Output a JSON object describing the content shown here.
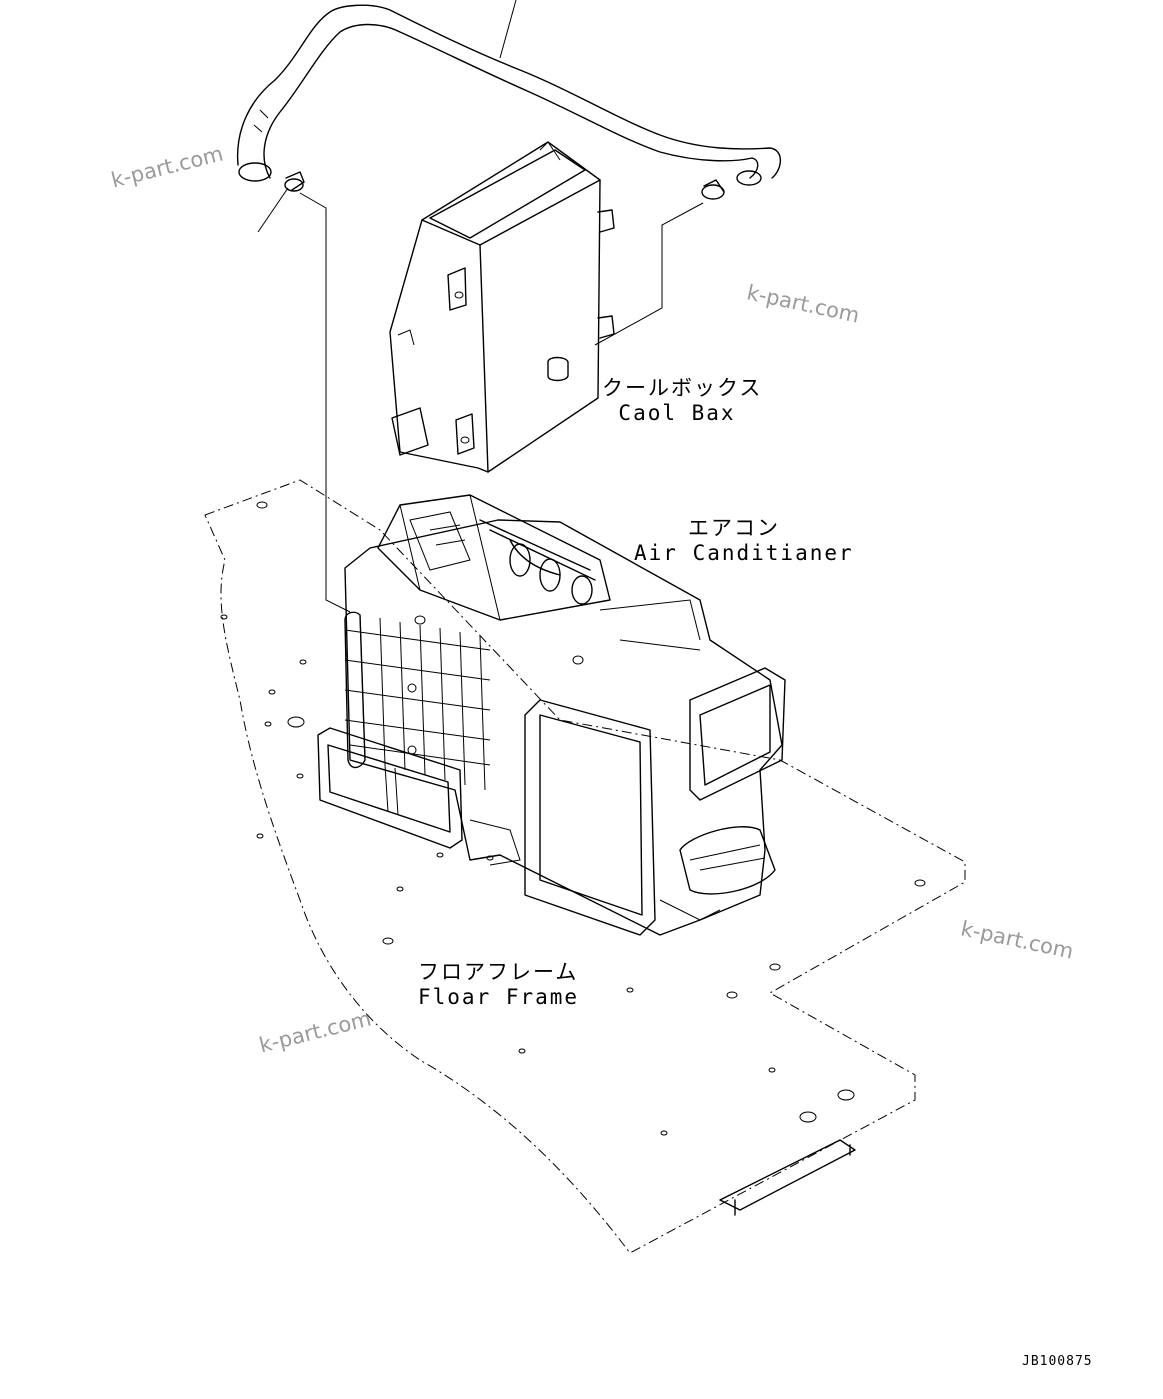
{
  "labels": {
    "cool_box": {
      "jp": "クールボックス",
      "en": "Caol Bax"
    },
    "air_conditioner": {
      "jp": "エアコン",
      "en": "Air Canditianer"
    },
    "floor_frame": {
      "jp": "フロアフレーム",
      "en": "Floar Frame"
    }
  },
  "watermark": "k-part.com",
  "drawing_code": "JB100875"
}
